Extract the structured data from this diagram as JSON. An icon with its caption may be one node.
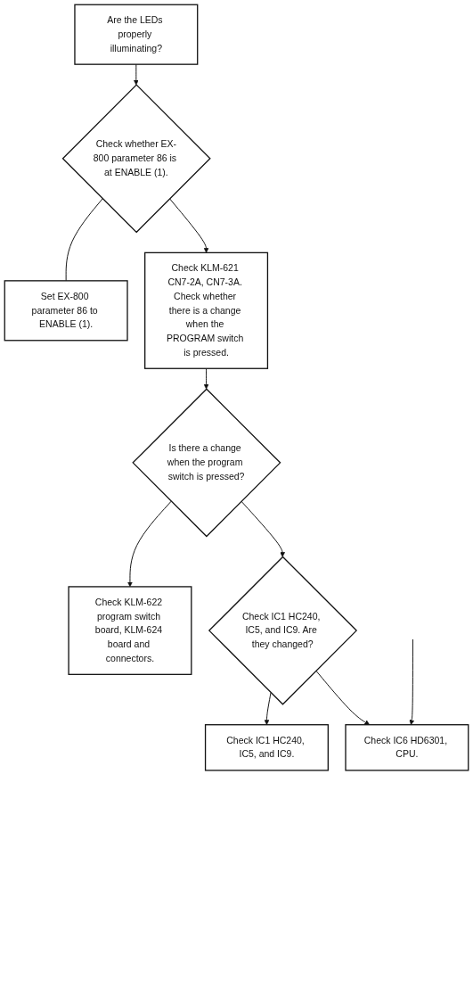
{
  "diagram": {
    "nodes": [
      {
        "text": [
          "Are the LEDs properly illuminating?"
        ]
      },
      {
        "text": [
          "Check whether EX-800 parameter 86 is at ENABLE (1)."
        ]
      },
      {
        "text": [
          "Set EX-800 parameter 86 to ENABLE (1)."
        ]
      },
      {
        "text": [
          "Check KLM-621 CN7-2A, CN7-3A. Check whether there is a change when the PROGRAM switch is pressed."
        ]
      },
      {
        "text": [
          "Is there a change when the program switch is pressed?"
        ]
      },
      {
        "text": [
          "Check KLM-622 program switch board, KLM-624 board and connectors."
        ]
      },
      {
        "text": [
          "Check IC1 HC240, IC5, and IC9. Are they changed?"
        ]
      },
      {
        "text": [
          "Check IC1 HC240, IC5, and IC9."
        ]
      },
      {
        "text": [
          "Check IC6 HD6301, CPU."
        ]
      }
    ],
    "edges": [
      {
        "from": 0,
        "to": 1,
        "arrow": "to"
      },
      {
        "from": 1,
        "to": 2,
        "arrow": "none"
      },
      {
        "from": 1,
        "to": 3,
        "arrow": "to"
      },
      {
        "from": 3,
        "to": 4,
        "arrow": "to"
      },
      {
        "from": 4,
        "to": 5,
        "arrow": "to"
      },
      {
        "from": 4,
        "to": 6,
        "arrow": "to"
      },
      {
        "from": 6,
        "to": 7,
        "arrow": "to"
      },
      {
        "from": 6,
        "to": 8,
        "arrow": "to"
      },
      {
        "from": null,
        "to": 8,
        "arrow": "to"
      }
    ]
  }
}
